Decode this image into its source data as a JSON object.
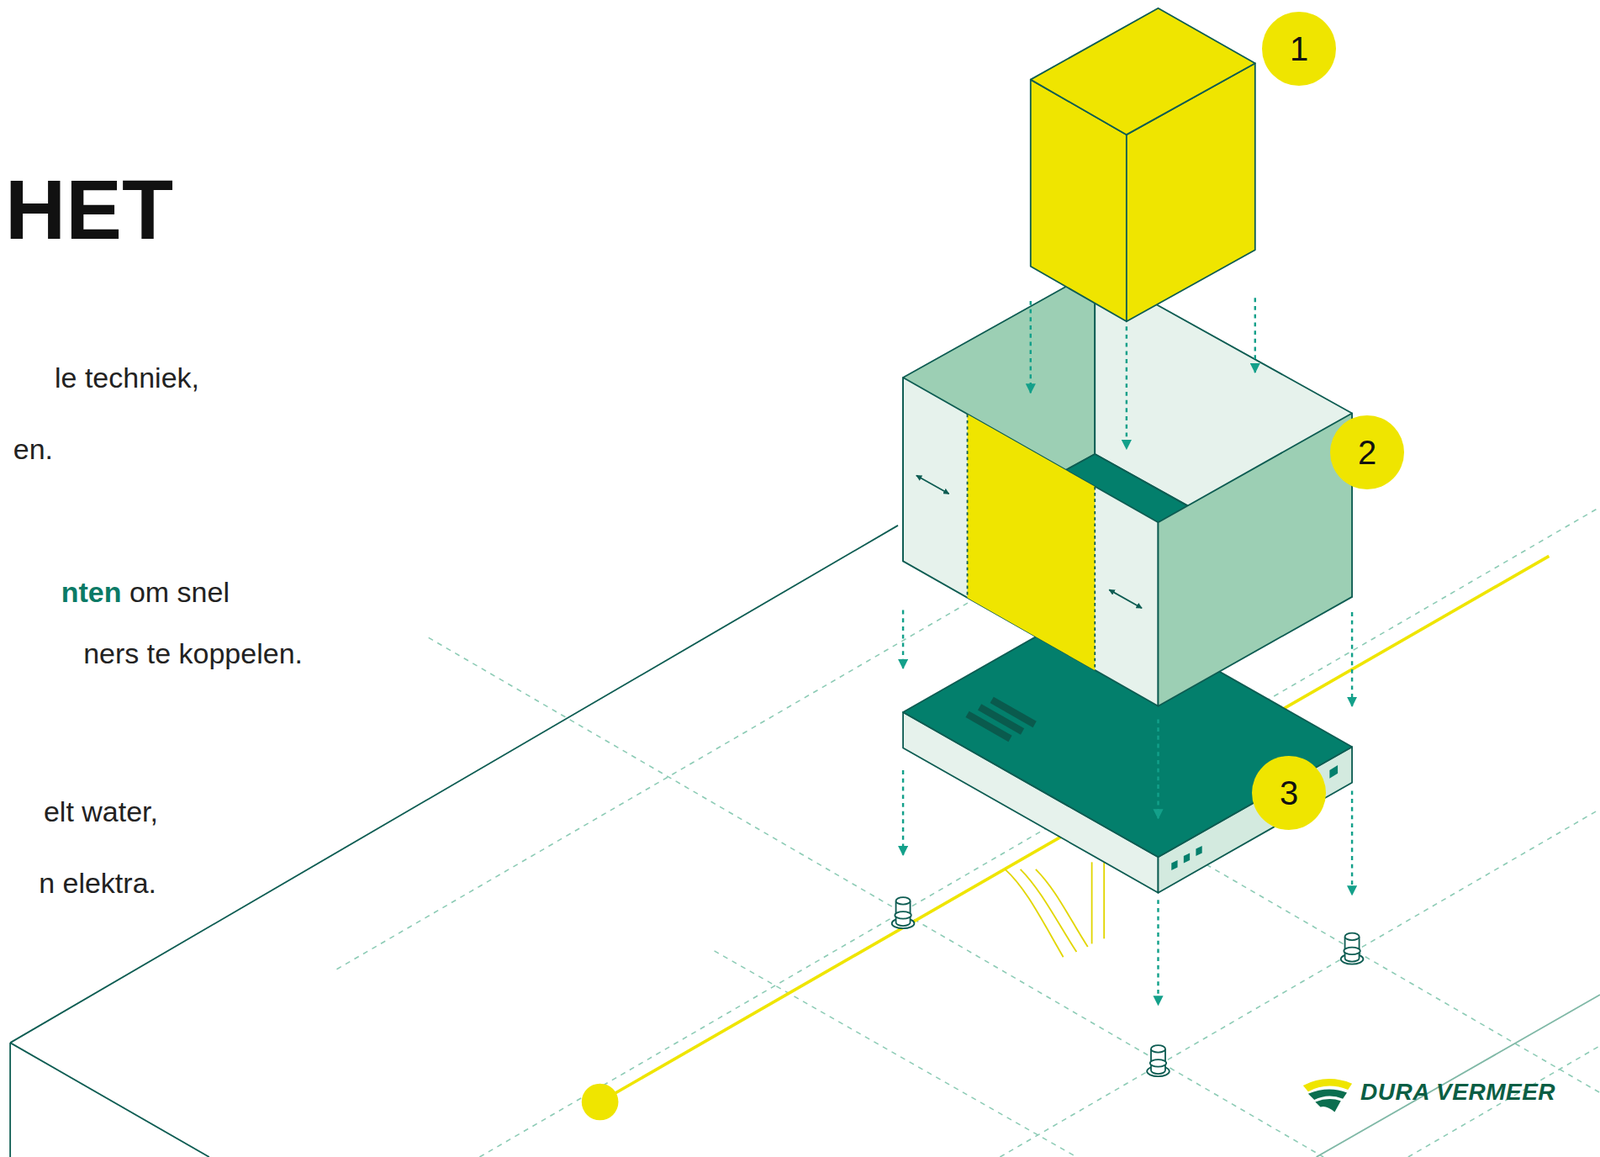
{
  "diagram": {
    "title": "HET",
    "nodes": [
      {
        "text": [
          "1"
        ]
      },
      {
        "text": [
          "2"
        ]
      },
      {
        "text": [
          "3"
        ]
      }
    ],
    "labels": [
      "le techniek,",
      "en.",
      "nten",
      "om snel",
      "ners te koppelen.",
      "elt water,",
      "n elektra.",
      "DURA VERMEER"
    ]
  }
}
